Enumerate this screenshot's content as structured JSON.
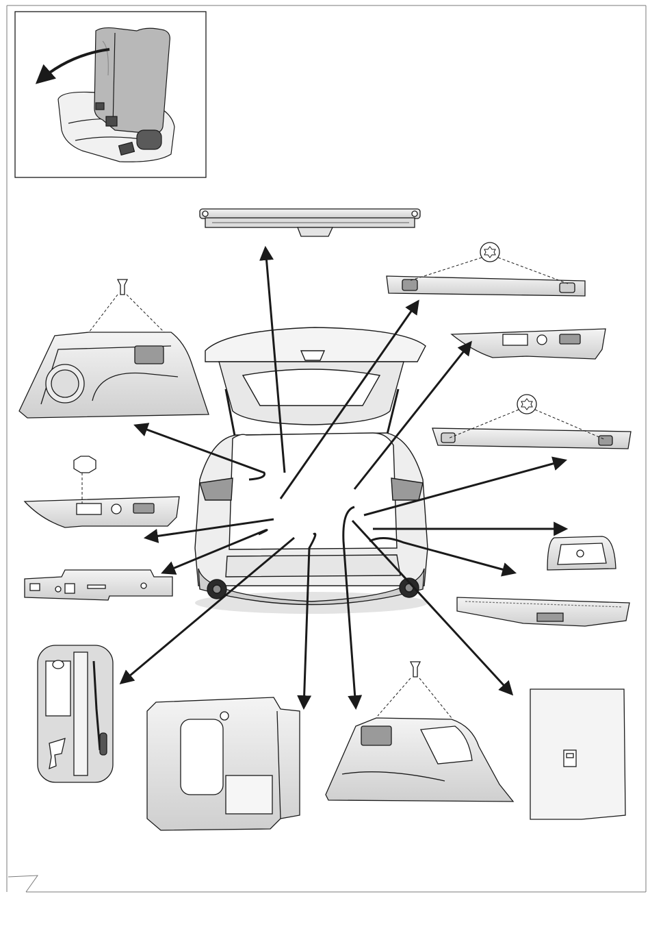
{
  "diagram": {
    "inset": {
      "subject": "rear-seat-fold",
      "arrow": "fold-direction"
    },
    "center": {
      "subject": "vehicle-rear-open-tailgate"
    },
    "parts": [
      {
        "id": "luggage-cover",
        "icon": "roller-cover"
      },
      {
        "id": "upper-trim-right",
        "icon": "torx-screw"
      },
      {
        "id": "tailgate-side-trim-right",
        "icon": "trim-strip"
      },
      {
        "id": "lower-trim-right",
        "icon": "torx-screw"
      },
      {
        "id": "quarter-trim-left",
        "icon": "push-clip"
      },
      {
        "id": "tailgate-side-trim-left",
        "icon": "hex-bolt"
      },
      {
        "id": "tool-bracket",
        "icon": "bracket"
      },
      {
        "id": "light-cover",
        "icon": "lamp-cover"
      },
      {
        "id": "scuff-plate",
        "icon": "sill-plate"
      },
      {
        "id": "tool-kit",
        "icon": "tools"
      },
      {
        "id": "floor-box",
        "icon": "storage-tray"
      },
      {
        "id": "quarter-trim-right",
        "icon": "push-clip"
      },
      {
        "id": "floor-board",
        "icon": "floor-panel"
      }
    ],
    "colors": {
      "line": "#1a1a1a",
      "panel": "#e9e9e9",
      "shade": "#bdbdbd",
      "dark": "#6b6b6b",
      "frame": "#7a7a7a"
    }
  }
}
